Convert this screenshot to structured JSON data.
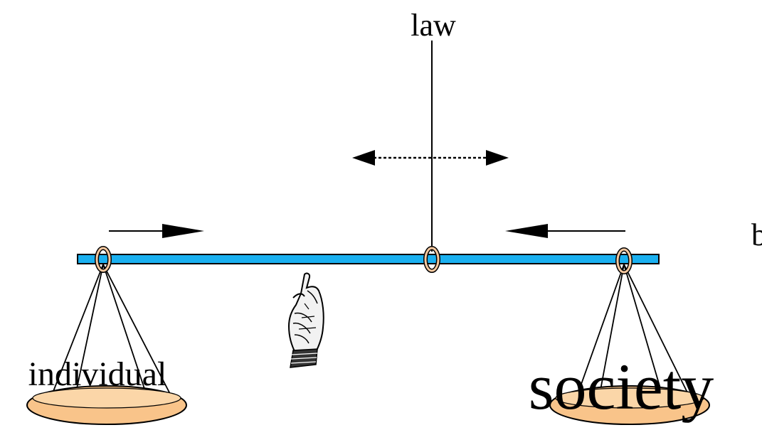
{
  "diagram": {
    "labels": {
      "law": "law",
      "individual": "individual",
      "society": "society",
      "edge_text": "b"
    },
    "colors": {
      "beam": "#1ab0f0",
      "beam_outline": "#000000",
      "ring": "#f6c9a0",
      "pan": "#f9c48a",
      "line": "#000000"
    },
    "icons": {
      "pointing_hand": "pointing-hand-icon"
    }
  }
}
